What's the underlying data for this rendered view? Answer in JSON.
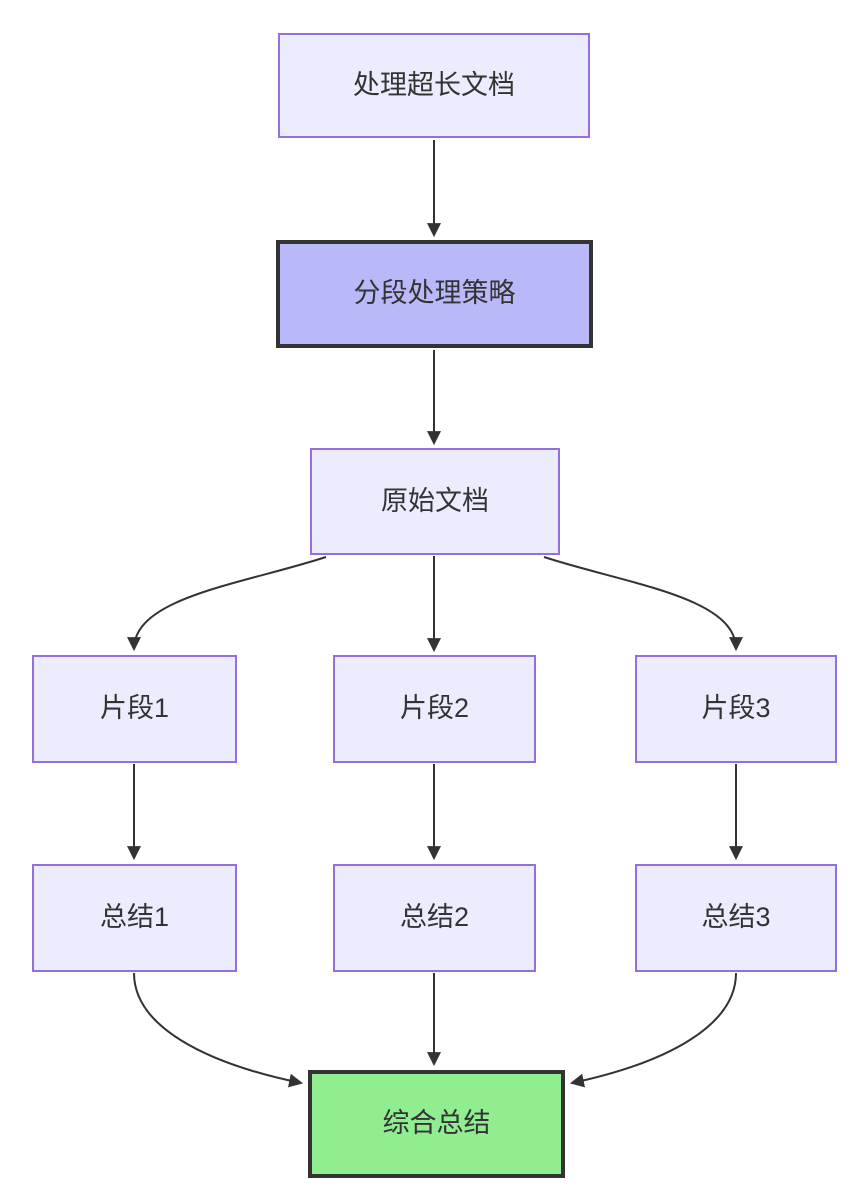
{
  "diagram": {
    "type": "flowchart-top-down",
    "nodes": {
      "process_long_doc": {
        "label": "处理超长文档",
        "style": "default"
      },
      "segment_strategy": {
        "label": "分段处理策略",
        "style": "highlight"
      },
      "original_doc": {
        "label": "原始文档",
        "style": "default"
      },
      "fragment1": {
        "label": "片段1",
        "style": "default"
      },
      "fragment2": {
        "label": "片段2",
        "style": "default"
      },
      "fragment3": {
        "label": "片段3",
        "style": "default"
      },
      "summary1": {
        "label": "总结1",
        "style": "default"
      },
      "summary2": {
        "label": "总结2",
        "style": "default"
      },
      "summary3": {
        "label": "总结3",
        "style": "default"
      },
      "final_summary": {
        "label": "综合总结",
        "style": "success"
      }
    },
    "edges": [
      {
        "from": "process_long_doc",
        "to": "segment_strategy"
      },
      {
        "from": "segment_strategy",
        "to": "original_doc"
      },
      {
        "from": "original_doc",
        "to": "fragment1"
      },
      {
        "from": "original_doc",
        "to": "fragment2"
      },
      {
        "from": "original_doc",
        "to": "fragment3"
      },
      {
        "from": "fragment1",
        "to": "summary1"
      },
      {
        "from": "fragment2",
        "to": "summary2"
      },
      {
        "from": "fragment3",
        "to": "summary3"
      },
      {
        "from": "summary1",
        "to": "final_summary"
      },
      {
        "from": "summary2",
        "to": "final_summary"
      },
      {
        "from": "summary3",
        "to": "final_summary"
      }
    ],
    "colors": {
      "default_fill": "#ECECFF",
      "default_border": "#9370DB",
      "highlight_fill": "#B9B9F9",
      "highlight_border": "#333333",
      "success_fill": "#90EE90",
      "success_border": "#333333",
      "edge": "#333333",
      "text": "#333333",
      "background": "#FFFFFF"
    }
  }
}
